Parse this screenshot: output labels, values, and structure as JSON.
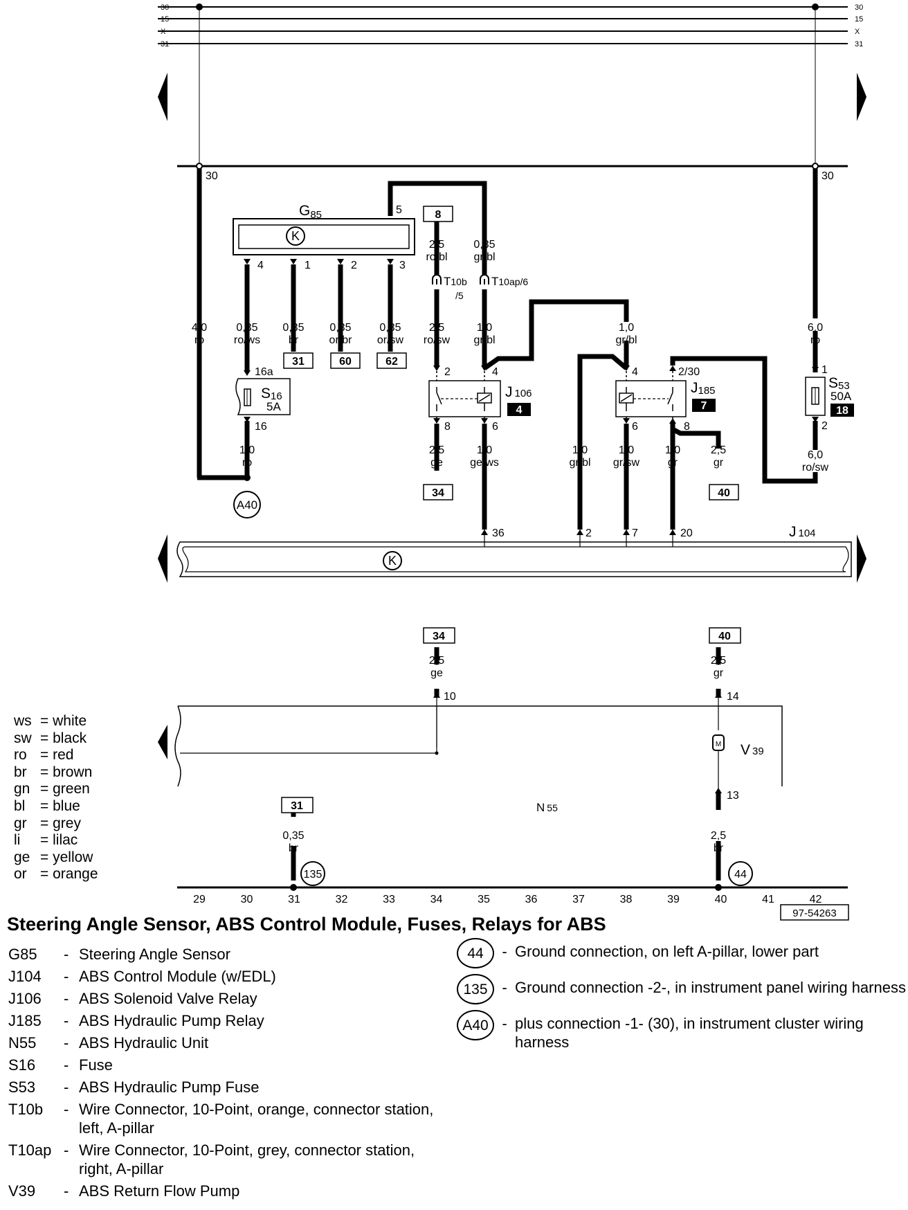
{
  "bus_labels": [
    "30",
    "15",
    "X",
    "31"
  ],
  "terminal_30_label": "30",
  "components_in_diagram": {
    "G85": {
      "label": "G",
      "sub": "85"
    },
    "J106": {
      "label": "J",
      "sub": "106",
      "badge": "4"
    },
    "J185": {
      "label": "J",
      "sub": "185",
      "badge": "7"
    },
    "S16": {
      "label": "S",
      "sub": "16",
      "rating": "5A"
    },
    "S53": {
      "label": "S",
      "sub": "53",
      "rating": "50A",
      "badge": "18"
    },
    "J104": {
      "label": "J",
      "sub": "104"
    },
    "N55": {
      "label": "N",
      "sub": "55"
    },
    "V39": {
      "label": "V",
      "sub": "39"
    },
    "T10b": {
      "label": "T",
      "sub": "10b",
      "sub2": "/5"
    },
    "T10ap": {
      "label": "T",
      "sub": "10ap/6"
    }
  },
  "wires": {
    "w_left_30": {
      "size": "4,0",
      "color": "ro"
    },
    "w_g85_4": {
      "size": "0,35",
      "color": "ro/ws"
    },
    "w_g85_1": {
      "size": "0,35",
      "color": "br"
    },
    "w_g85_2": {
      "size": "0,35",
      "color": "or/br"
    },
    "w_g85_3": {
      "size": "0,35",
      "color": "or/sw"
    },
    "w_8_top": {
      "size": "2,5",
      "color": "ro/bl"
    },
    "w_g85_5_top": {
      "size": "0,35",
      "color": "gr/bl"
    },
    "w_t10b_bot": {
      "size": "2,5",
      "color": "ro/sw"
    },
    "w_t10ap_bot": {
      "size": "1,0",
      "color": "gr/bl"
    },
    "w_j185_4_top": {
      "size": "1,0",
      "color": "gr/bl"
    },
    "w_s53_top": {
      "size": "6,0",
      "color": "ro"
    },
    "w_s16_bot": {
      "size": "1,0",
      "color": "ro"
    },
    "w_j106_8": {
      "size": "2,5",
      "color": "ge"
    },
    "w_j106_6": {
      "size": "1,0",
      "color": "ge/ws"
    },
    "w_j104_2": {
      "size": "1,0",
      "color": "gr/bl"
    },
    "w_j185_6": {
      "size": "1,0",
      "color": "gr/sw"
    },
    "w_j185_8a": {
      "size": "1,0",
      "color": "gr"
    },
    "w_j185_8b": {
      "size": "2,5",
      "color": "gr"
    },
    "w_s53_bot": {
      "size": "6,0",
      "color": "ro/sw"
    },
    "w_n55_10": {
      "size": "2,5",
      "color": "ge"
    },
    "w_n55_14": {
      "size": "2,5",
      "color": "gr"
    },
    "w_gnd_31": {
      "size": "0,35",
      "color": "br"
    },
    "w_gnd_40": {
      "size": "2,5",
      "color": "br"
    }
  },
  "pins": {
    "g85": [
      "4",
      "1",
      "2",
      "3",
      "5"
    ],
    "s16": [
      "16a",
      "16"
    ],
    "j106": [
      "2",
      "4",
      "8",
      "6"
    ],
    "j185": [
      "4",
      "2/30",
      "6",
      "8"
    ],
    "s53": [
      "1",
      "2"
    ],
    "j104": [
      "36",
      "2",
      "7",
      "20"
    ],
    "n55": [
      "10",
      "14",
      "13"
    ]
  },
  "refs": {
    "r31a": "31",
    "r60": "60",
    "r62": "62",
    "r8": "8",
    "r34a": "34",
    "r40a": "40",
    "r34b": "34",
    "r40b": "40",
    "r31b": "31"
  },
  "ground_circles": {
    "a40": "A40",
    "g135": "135",
    "g44": "44"
  },
  "ctrl_symbol": "K",
  "axis_numbers": [
    "29",
    "30",
    "31",
    "32",
    "33",
    "34",
    "35",
    "36",
    "37",
    "38",
    "39",
    "40",
    "41",
    "42"
  ],
  "figure_id": "97-54263",
  "color_legend": [
    {
      "code": "ws",
      "name": "white"
    },
    {
      "code": "sw",
      "name": "black"
    },
    {
      "code": "ro",
      "name": "red"
    },
    {
      "code": "br",
      "name": "brown"
    },
    {
      "code": "gn",
      "name": "green"
    },
    {
      "code": "bl",
      "name": "blue"
    },
    {
      "code": "gr",
      "name": "grey"
    },
    {
      "code": "li",
      "name": "lilac"
    },
    {
      "code": "ge",
      "name": "yellow"
    },
    {
      "code": "or",
      "name": "orange"
    }
  ],
  "title": "Steering Angle Sensor, ABS Control Module, Fuses, Relays for ABS",
  "component_list": [
    {
      "code": "G85",
      "desc": "Steering Angle Sensor"
    },
    {
      "code": "J104",
      "desc": "ABS Control Module (w/EDL)"
    },
    {
      "code": "J106",
      "desc": "ABS Solenoid Valve Relay"
    },
    {
      "code": "J185",
      "desc": "ABS Hydraulic Pump Relay"
    },
    {
      "code": "N55",
      "desc": "ABS Hydraulic Unit"
    },
    {
      "code": "S16",
      "desc": "Fuse"
    },
    {
      "code": "S53",
      "desc": "ABS Hydraulic Pump Fuse"
    },
    {
      "code": "T10b",
      "desc": "Wire Connector, 10-Point, orange, connector station, left, A-pillar"
    },
    {
      "code": "T10ap",
      "desc": "Wire Connector, 10-Point, grey, connector station, right, A-pillar"
    },
    {
      "code": "V39",
      "desc": "ABS Return Flow Pump"
    }
  ],
  "ground_list": [
    {
      "id": "44",
      "desc": "Ground connection, on left A-pillar, lower part"
    },
    {
      "id": "135",
      "desc": "Ground connection -2-, in instrument panel wiring harness"
    },
    {
      "id": "A40",
      "desc": "plus connection -1- (30), in instrument cluster wiring harness"
    }
  ]
}
